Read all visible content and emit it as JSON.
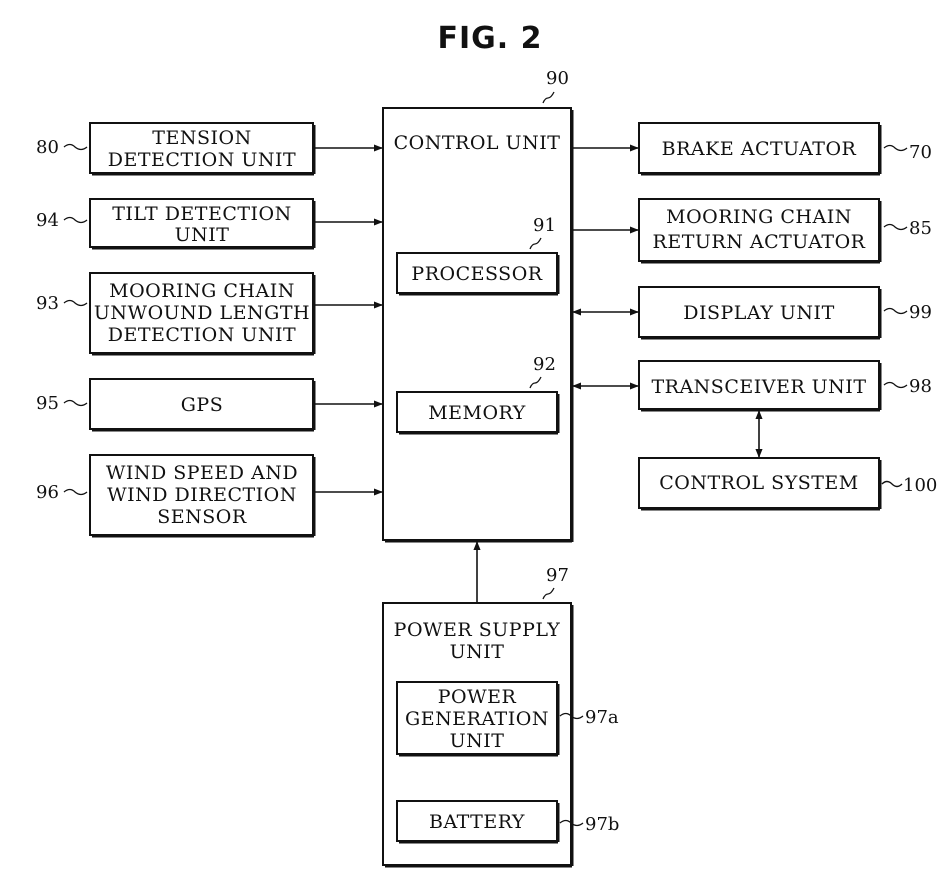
{
  "figure": {
    "title": "FIG. 2"
  },
  "control": {
    "ref": "90",
    "label": "CONTROL UNIT",
    "processor": {
      "ref": "91",
      "label": "PROCESSOR"
    },
    "memory": {
      "ref": "92",
      "label": "MEMORY"
    }
  },
  "inputs": [
    {
      "ref": "80",
      "lines": [
        "TENSION",
        "DETECTION UNIT"
      ]
    },
    {
      "ref": "94",
      "lines": [
        "TILT DETECTION",
        "UNIT"
      ]
    },
    {
      "ref": "93",
      "lines": [
        "MOORING CHAIN",
        "UNWOUND LENGTH",
        "DETECTION UNIT"
      ]
    },
    {
      "ref": "95",
      "lines": [
        "GPS"
      ]
    },
    {
      "ref": "96",
      "lines": [
        "WIND SPEED AND",
        "WIND DIRECTION",
        "SENSOR"
      ]
    }
  ],
  "outputs": [
    {
      "ref": "70",
      "lines": [
        "BRAKE ACTUATOR"
      ]
    },
    {
      "ref": "85",
      "lines": [
        "MOORING CHAIN",
        "RETURN ACTUATOR"
      ]
    },
    {
      "ref": "99",
      "lines": [
        "DISPLAY UNIT"
      ]
    },
    {
      "ref": "98",
      "lines": [
        "TRANSCEIVER UNIT"
      ]
    },
    {
      "ref": "100",
      "lines": [
        "CONTROL SYSTEM"
      ]
    }
  ],
  "power": {
    "ref": "97",
    "lines": [
      "POWER SUPPLY",
      "UNIT"
    ],
    "generation": {
      "ref": "97a",
      "lines": [
        "POWER",
        "GENERATION",
        "UNIT"
      ]
    },
    "battery": {
      "ref": "97b",
      "label": "BATTERY"
    }
  }
}
